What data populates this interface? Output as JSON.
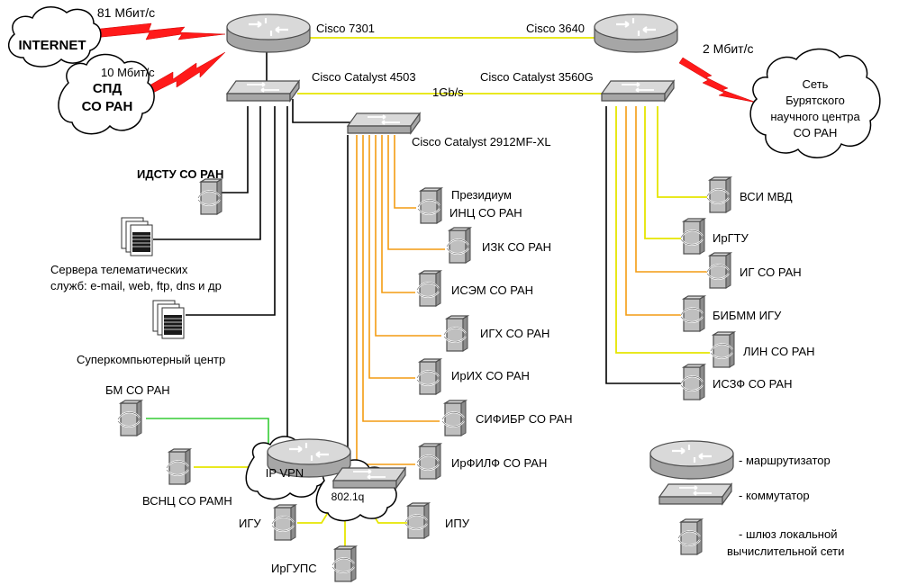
{
  "labels": {
    "internet": "INTERNET",
    "internet_speed": "81 Мбит/с",
    "spd_line1": "СПД",
    "spd_line2": "СО РАН",
    "spd_speed": "10 Мбит/с",
    "cisco7301": "Cisco 7301",
    "cisco3640": "Cisco 3640",
    "buryat_speed": "2 Мбит/с",
    "buryat_line1": "Сеть",
    "buryat_line2": "Бурятского",
    "buryat_line3": "научного центра",
    "buryat_line4": "СО РАН",
    "catalyst4503": "Cisco Catalyst 4503",
    "gbs": "1Gb/s",
    "catalyst3560": "Cisco Catalyst 3560G",
    "catalyst2912": "Cisco Catalyst 2912MF-XL",
    "idstu": "ИДСТУ СО РАН",
    "servers_line1": "Сервера телематических",
    "servers_line2": "служб: e-mail, web, ftp, dns и др",
    "supercomp": "Суперкомпьютерный центр",
    "bm": "БМ СО РАН",
    "vsnc": "ВСНЦ СО РАМН",
    "ipvpn": "IP VPN",
    "dot1q": "802.1q",
    "igu": "ИГУ",
    "ipu": "ИПУ",
    "irgups": "ИрГУПС",
    "presidium_line1": "Президиум",
    "presidium_line2": "ИНЦ СО РАН",
    "izk": "ИЗК СО РАН",
    "isem": "ИСЭМ СО РАН",
    "igh": "ИГХ СО РАН",
    "irih": "ИрИХ СО РАН",
    "sifibr": "СИФИБР СО РАН",
    "irfilf": "ИрФИЛФ СО РАН",
    "vsi": "ВСИ МВД",
    "irgtu": "ИрГТУ",
    "ig": "ИГ СО РАН",
    "bibmm": "БИБММ ИГУ",
    "lin": "ЛИН СО РАН",
    "iszf": "ИСЗФ СО РАН",
    "legend_router": "- маршрутизатор",
    "legend_switch": "- коммутатор",
    "legend_gw_line1": "- шлюз локальной",
    "legend_gw_line2": "вычислительной сети"
  },
  "colors": {
    "link_yellow": "#e6e600",
    "link_orange": "#f39c12",
    "link_green": "#33cc33",
    "link_black": "#000000",
    "wan_bolt": "#ff1a1a"
  },
  "icons": {
    "router": "router-icon",
    "switch": "switch-icon",
    "gateway": "gateway-icon",
    "server": "server-icon",
    "cloud": "cloud-icon",
    "wan_link": "lightning-bolt-icon"
  }
}
